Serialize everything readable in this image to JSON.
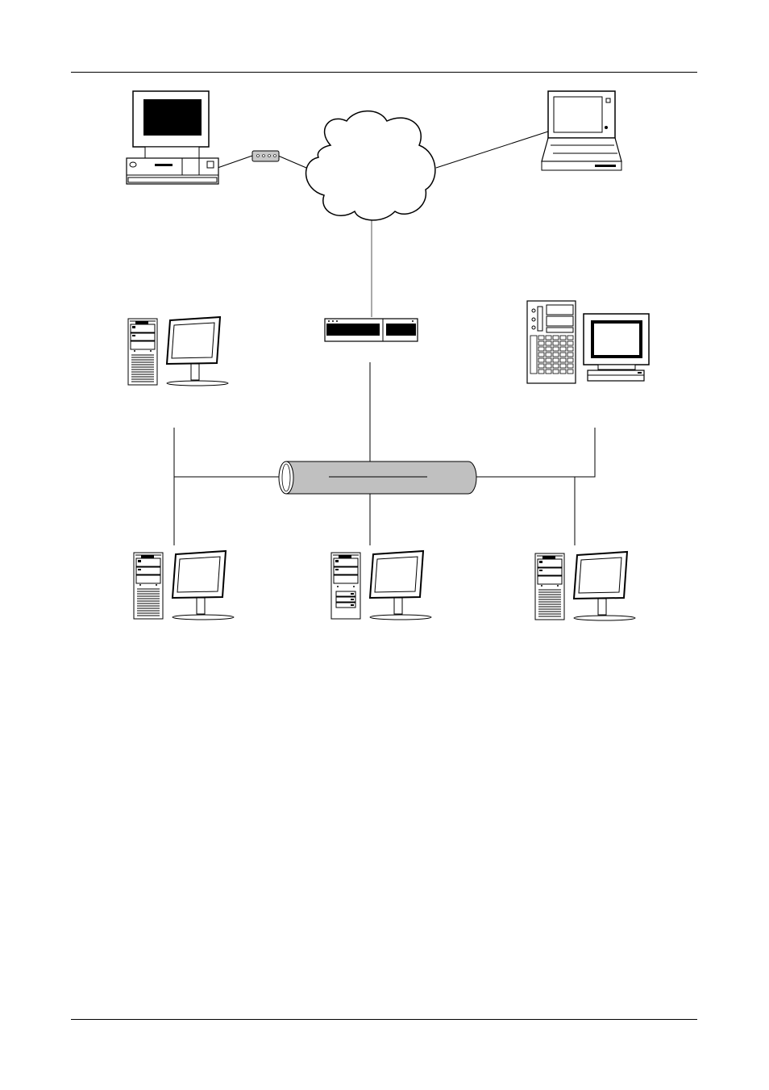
{
  "page": {
    "background": "#ffffff",
    "line_color": "#000000",
    "backbone_color": "#c0c0c0"
  },
  "diagram": {
    "nodes": [
      {
        "id": "desktop-pc",
        "icon": "desktop-computer-icon",
        "label": ""
      },
      {
        "id": "modem",
        "icon": "modem-icon",
        "label": ""
      },
      {
        "id": "internet",
        "icon": "cloud-icon",
        "label": ""
      },
      {
        "id": "laptop",
        "icon": "laptop-icon",
        "label": ""
      },
      {
        "id": "firewall",
        "icon": "rack-server-icon",
        "label": ""
      },
      {
        "id": "workstation-left",
        "icon": "workstation-icon",
        "label": ""
      },
      {
        "id": "server-right",
        "icon": "server-tower-icon",
        "label": ""
      },
      {
        "id": "lan",
        "icon": "network-backbone-icon",
        "label": ""
      },
      {
        "id": "workstation-bottom-left",
        "icon": "workstation-icon",
        "label": ""
      },
      {
        "id": "workstation-bottom-center",
        "icon": "workstation-icon",
        "label": ""
      },
      {
        "id": "workstation-bottom-right",
        "icon": "workstation-icon",
        "label": ""
      }
    ],
    "edges": [
      {
        "from": "desktop-pc",
        "to": "modem"
      },
      {
        "from": "modem",
        "to": "internet"
      },
      {
        "from": "internet",
        "to": "laptop"
      },
      {
        "from": "internet",
        "to": "firewall"
      },
      {
        "from": "firewall",
        "to": "lan"
      },
      {
        "from": "workstation-left",
        "to": "lan"
      },
      {
        "from": "server-right",
        "to": "lan"
      },
      {
        "from": "lan",
        "to": "workstation-bottom-left"
      },
      {
        "from": "lan",
        "to": "workstation-bottom-center"
      },
      {
        "from": "lan",
        "to": "workstation-bottom-right"
      }
    ]
  }
}
